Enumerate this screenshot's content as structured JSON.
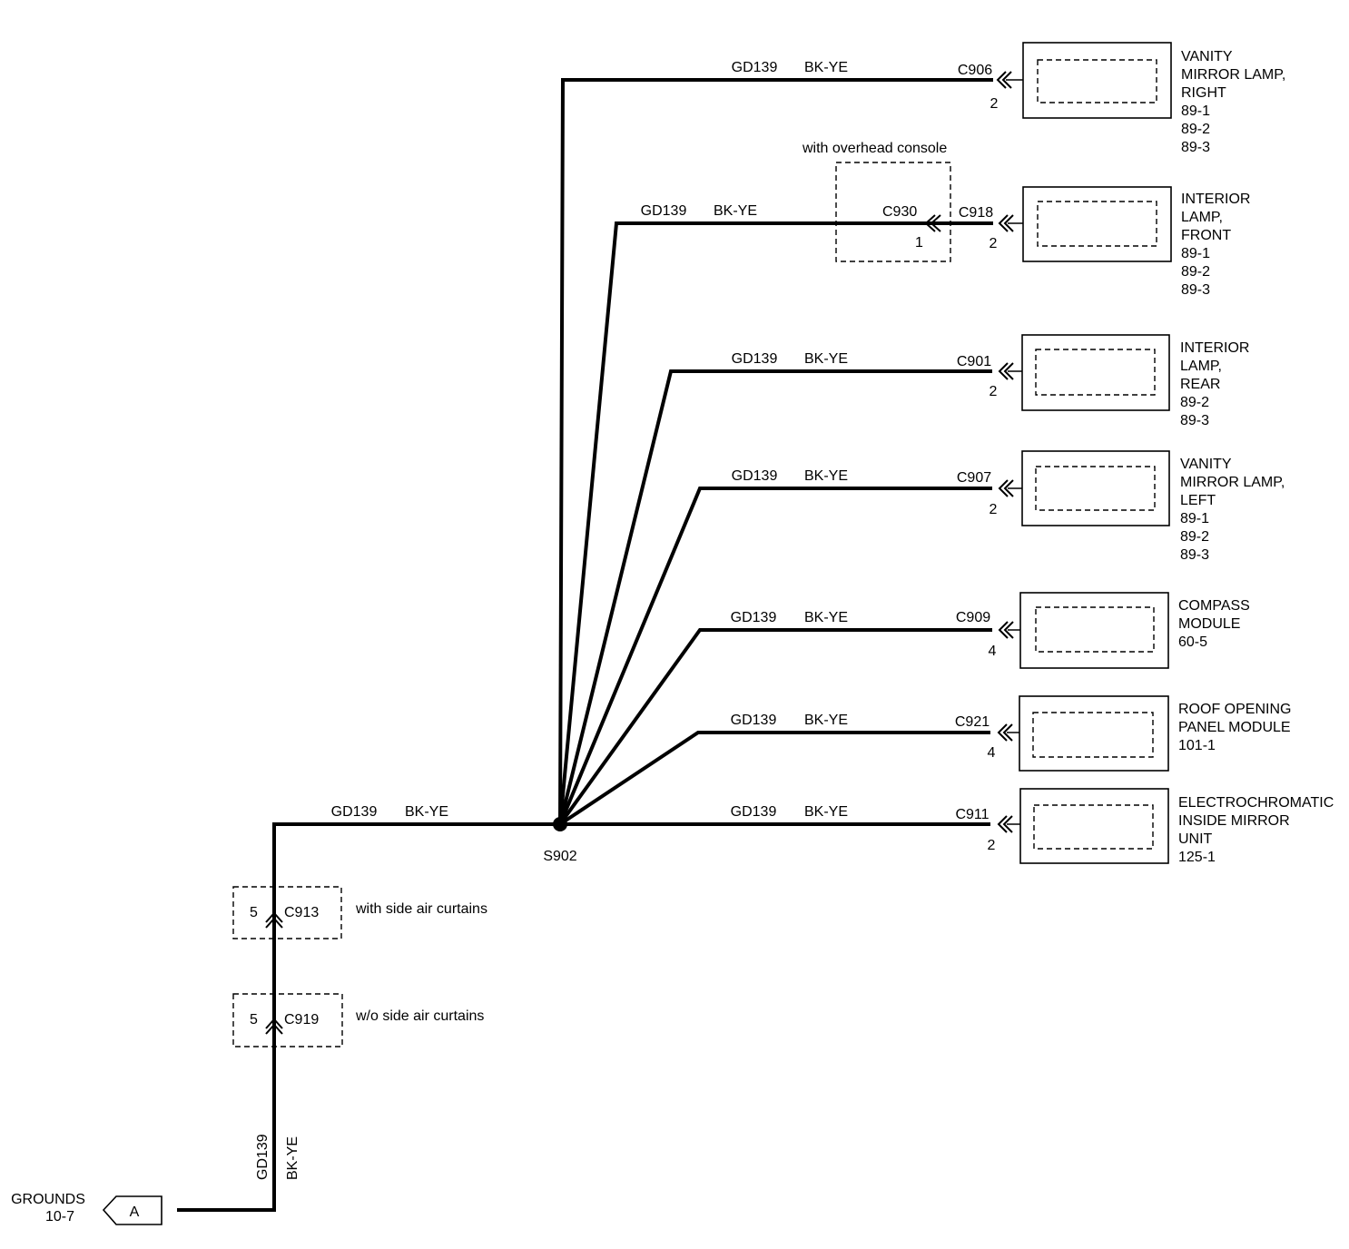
{
  "splice": {
    "id": "S902"
  },
  "main_wire": {
    "circuit": "GD139",
    "color": "BK-YE"
  },
  "vertical_wire": {
    "circuit": "GD139",
    "color": "BK-YE"
  },
  "ground": {
    "label_line1": "GROUNDS",
    "label_line2": "10-7",
    "connector_letter": "A"
  },
  "inline_connectors": [
    {
      "pin": "5",
      "id": "C913",
      "note": "with side air curtains"
    },
    {
      "pin": "5",
      "id": "C919",
      "note": "w/o side air curtains"
    }
  ],
  "overhead_console": {
    "note": "with overhead console",
    "connector": "C930",
    "pin": "1"
  },
  "branches": [
    {
      "circuit": "GD139",
      "color": "BK-YE",
      "connector": "C906",
      "pin": "2",
      "component": [
        "VANITY",
        "MIRROR LAMP,",
        "RIGHT",
        "89-1",
        "89-2",
        "89-3"
      ]
    },
    {
      "circuit": "GD139",
      "color": "BK-YE",
      "connector": "C918",
      "pin": "2",
      "component": [
        "INTERIOR",
        "LAMP,",
        "FRONT",
        "89-1",
        "89-2",
        "89-3"
      ]
    },
    {
      "circuit": "GD139",
      "color": "BK-YE",
      "connector": "C901",
      "pin": "2",
      "component": [
        "INTERIOR",
        "LAMP,",
        "REAR",
        "89-2",
        "89-3"
      ]
    },
    {
      "circuit": "GD139",
      "color": "BK-YE",
      "connector": "C907",
      "pin": "2",
      "component": [
        "VANITY",
        "MIRROR LAMP,",
        "LEFT",
        "89-1",
        "89-2",
        "89-3"
      ]
    },
    {
      "circuit": "GD139",
      "color": "BK-YE",
      "connector": "C909",
      "pin": "4",
      "component": [
        "COMPASS",
        "MODULE",
        "60-5"
      ]
    },
    {
      "circuit": "GD139",
      "color": "BK-YE",
      "connector": "C921",
      "pin": "4",
      "component": [
        "ROOF OPENING",
        "PANEL MODULE",
        "101-1"
      ]
    },
    {
      "circuit": "GD139",
      "color": "BK-YE",
      "connector": "C911",
      "pin": "2",
      "component": [
        "ELECTROCHROMATIC",
        "INSIDE MIRROR",
        "UNIT",
        "125-1"
      ]
    }
  ]
}
